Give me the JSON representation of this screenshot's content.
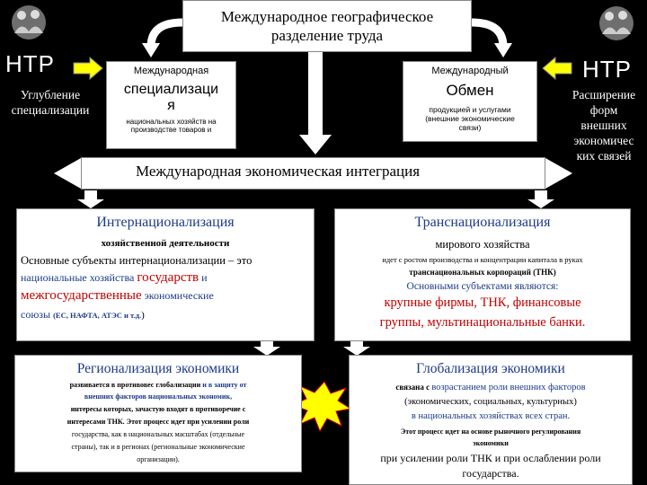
{
  "top": {
    "line1": "Международное географическое",
    "line2": "разделение труда"
  },
  "ntr_left": "НТР",
  "ntr_right": "НТР",
  "left_side": {
    "l1": "Углубление",
    "l2": "специализации"
  },
  "right_side": {
    "l1": "Расширение",
    "l2": "форм",
    "l3": "внешних",
    "l4": "экономичес",
    "l5": "ких связей"
  },
  "specialization": {
    "small": "Международная",
    "big1": "специализаци",
    "big2": "я",
    "desc1": "национальных хозяйств на",
    "desc2": "производстве товаров и"
  },
  "exchange": {
    "small": "Международный",
    "big": "Обмен",
    "desc1": "продукцией и услугами",
    "desc2": "(внешние экономические",
    "desc3": "связи)"
  },
  "integration": "Международная экономическая интеграция",
  "internationalization": {
    "title": "Интернационализация",
    "sub": "хозяйственной деятельности",
    "l1": "Основные субъекты интернационализации – это",
    "l2a": "национальные хозяйства ",
    "l2b": "государств",
    "l2c": " и",
    "l3a": "межгосударственные",
    "l3b": " экономические",
    "l4a": "союзы ",
    "l4b": "(ЕС, НАФТА, АТЭС  и т.д.",
    "l4c": ")"
  },
  "transnationalization": {
    "title": "Транснационализация",
    "sub": "мирового хозяйства",
    "l1": "идет с ростом производства и концентрации капитала в руках",
    "l2": "транснациональных корпораций (ТНК)",
    "l3": "Основными субъектами являются:",
    "l4": "крупные фирмы, ТНК, финансовые",
    "l5": "группы, мультинациональные банки."
  },
  "regionalization": {
    "title": "Регионализация экономики",
    "l1a": "развивается в противовес глобализации ",
    "l1b": "и в защиту от",
    "l2": "внешних факторов национальных экономик,",
    "l3": "интересы которых, зачастую входят в противоречие с",
    "l4": "интересами ТНК. Этот процесс идет при усилении роли",
    "l5": "государства, как в национальных масштабах (отдельные",
    "l6": "страны), так и в регионах (региональные экономические",
    "l7": "организации)."
  },
  "globalization": {
    "title": "Глобализация экономики",
    "l1a": "связана с ",
    "l1b": "возрастанием роли внешних факторов",
    "l2": "(экономических, социальных, культурных)",
    "l3": "в национальных хозяйствах всех стран.",
    "l4": "Этот процесс идет на основе рыночного регулирования",
    "l5": "экономики",
    "l6": "при усилении роли ТНК и при ослаблении роли",
    "l7": "государства."
  },
  "colors": {
    "background": "#000000",
    "box": "#ffffff",
    "accent_blue": "#1a3a8a",
    "accent_red": "#c00000",
    "arrow_fill": "#ffffff",
    "arrow_yellow": "#ffff00",
    "star": "#ffff00"
  },
  "icons": [
    "people-emblem-icon",
    "arrow-right-icon",
    "arrow-left-icon",
    "arrow-down-icon",
    "curved-arrow-icon",
    "burst-star-icon"
  ]
}
